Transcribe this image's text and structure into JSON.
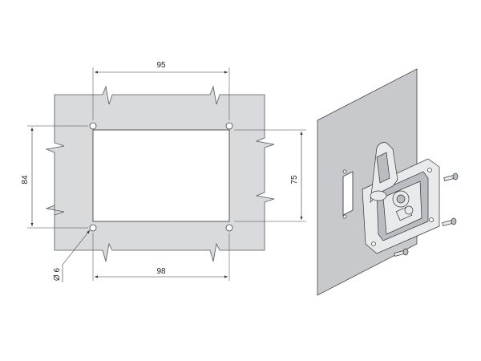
{
  "dimensions": {
    "top_width": "95",
    "bottom_width": "98",
    "left_height": "84",
    "right_height": "75",
    "hole_diameter": "Ø 6"
  },
  "icons": {
    "main_drawing": "cutout-drawing-icon",
    "latch_assembly": "t-handle-latch-icon",
    "screw": "screw-icon"
  }
}
